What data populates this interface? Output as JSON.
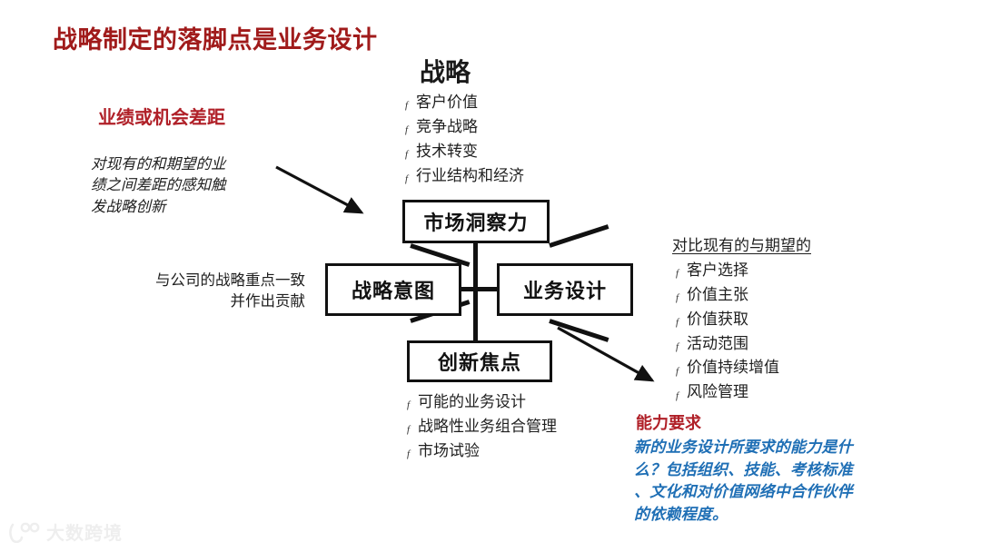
{
  "slide": {
    "title": "战略制定的落脚点是业务设计",
    "title_color": "#a01b1b"
  },
  "top_section": {
    "heading": "战略",
    "items": [
      "客户价值",
      "竞争战略",
      "技术转变",
      "行业结构和经济"
    ],
    "bullet_glyph": "f"
  },
  "left_section": {
    "heading": "业绩或机会差距",
    "heading_color": "#b02028",
    "body": "对现有的和期望的业绩之间差距的感知触发战略创新",
    "body_lines": [
      "对现有的和期望的业",
      "绩之间差距的感知触",
      "发战略创新"
    ],
    "note_lines": [
      "与公司的战略重点一致",
      "并作出贡献"
    ]
  },
  "diagram": {
    "nodes": {
      "top": "市场洞察力",
      "left": "战略意图",
      "right": "业务设计",
      "bottom": "创新焦点"
    }
  },
  "right_section": {
    "heading": "对比现有的与期望的",
    "items": [
      "客户选择",
      "价值主张",
      "价值获取",
      "活动范围",
      "价值持续增值",
      "风险管理"
    ],
    "bullet_glyph": "f"
  },
  "bottom_section": {
    "items": [
      "可能的业务设计",
      "战略性业务组合管理",
      "市场试验"
    ],
    "bullet_glyph": "f"
  },
  "capability_section": {
    "heading": "能力要求",
    "heading_color": "#b02028",
    "body": "新的业务设计所要求的能力是什么？包括组织、技能、考核标准、文化和对价值网络中合作伙伴的依赖程度。",
    "body_lines": [
      "新的业务设计所要求的能力是什",
      "么？包括组织、技能、考核标准",
      "、文化和对价值网络中合作伙伴",
      "的依赖程度。"
    ],
    "body_color": "#1f6fb5"
  },
  "watermark": {
    "text": "大数跨境"
  }
}
